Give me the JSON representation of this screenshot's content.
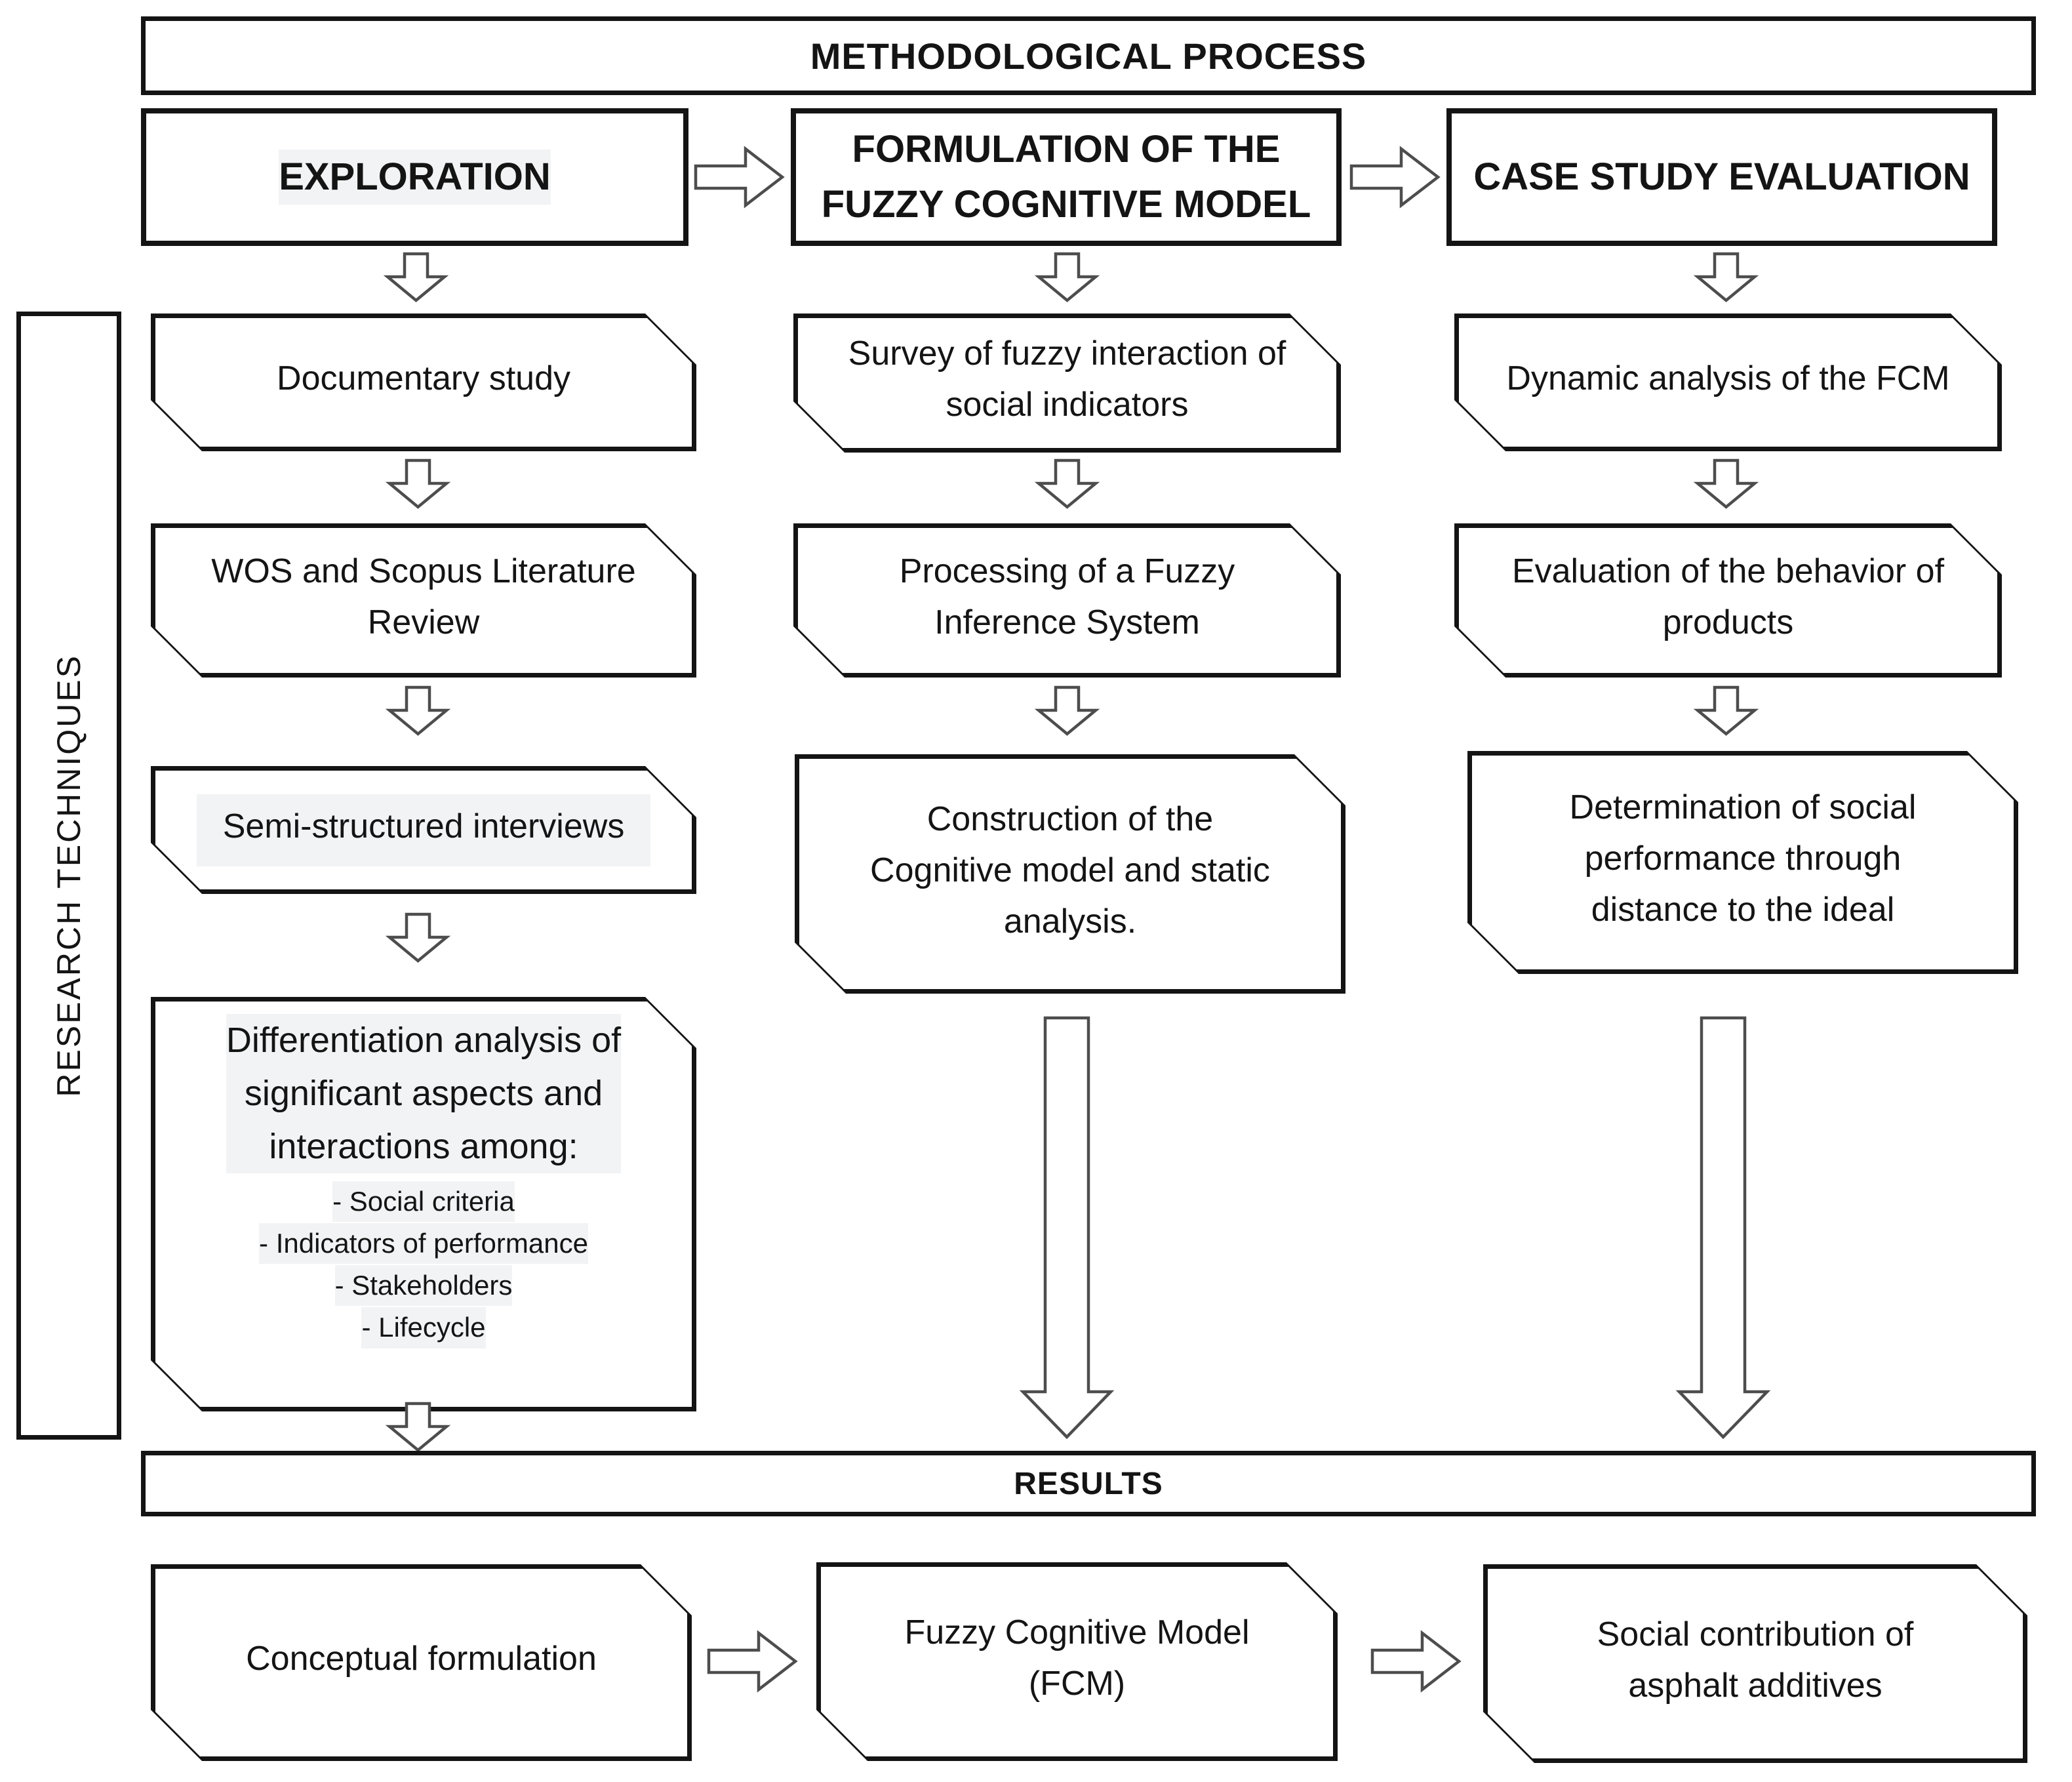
{
  "title_banner": "METHODOLOGICAL PROCESS",
  "results_banner": "RESULTS",
  "sidebar_label": "RESEARCH TECHNIQUES",
  "columns": [
    {
      "header": "EXPLORATION",
      "steps": [
        "Documentary study",
        "WOS and Scopus Literature\nReview",
        "Semi-structured interviews",
        "Differentiation analysis of\nsignificant aspects and\ninteractions among:"
      ],
      "step4_items": [
        "- Social criteria",
        "- Indicators of performance",
        "- Stakeholders",
        "- Lifecycle"
      ],
      "result": "Conceptual formulation"
    },
    {
      "header": "FORMULATION OF THE\nFUZZY COGNITIVE MODEL",
      "steps": [
        "Survey of fuzzy interaction of\nsocial indicators",
        "Processing of a Fuzzy\nInference System",
        "Construction of the\nCognitive model and static\nanalysis."
      ],
      "result": "Fuzzy Cognitive Model\n(FCM)"
    },
    {
      "header": "CASE STUDY EVALUATION",
      "steps": [
        "Dynamic analysis of the FCM",
        "Evaluation of the behavior of\nproducts",
        "Determination of social\nperformance through\ndistance to the ideal"
      ],
      "result": "Social contribution of\nasphalt additives"
    }
  ],
  "icons": {
    "down_arrow": "block-arrow-down",
    "right_arrow": "block-arrow-right",
    "long_down_arrow": "long-block-arrow-down"
  },
  "colors": {
    "background": "#ffffff",
    "line": "#141414",
    "arrow_outline": "#4d4d4d",
    "text_highlight": "#f2f3f4"
  }
}
